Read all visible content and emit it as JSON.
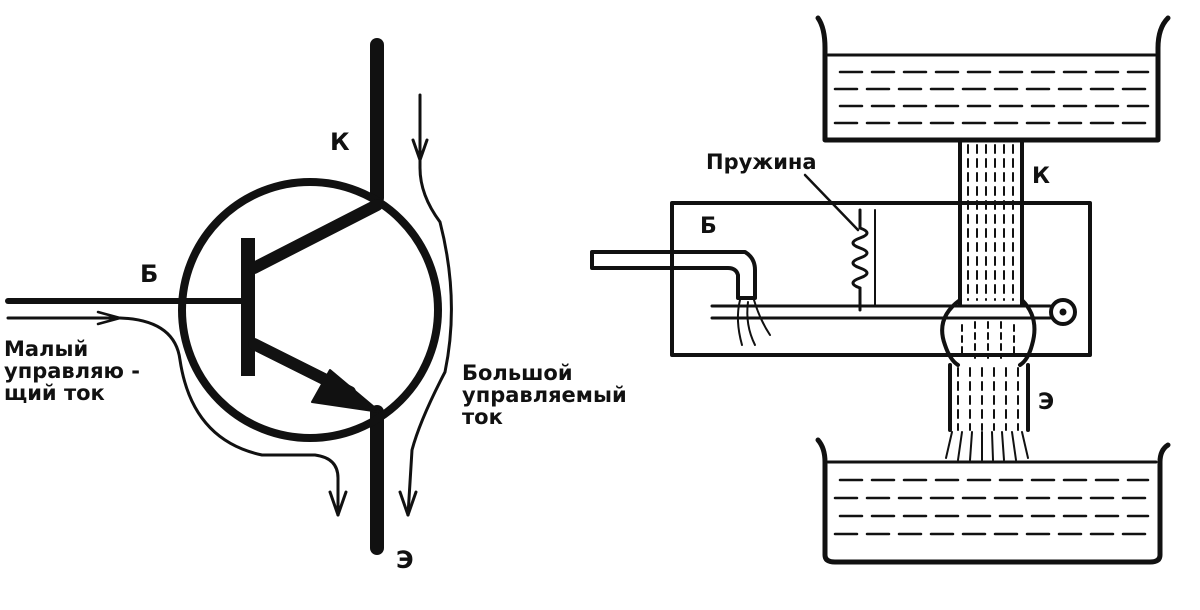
{
  "transistor": {
    "collector_label": "К",
    "base_label": "Б",
    "emitter_label": "Э",
    "small_current": "Малый\nуправляю -\nщий ток",
    "large_current": "Большой\nуправляемый\nток"
  },
  "water_model": {
    "spring_label": "Пружина",
    "base_label": "Б",
    "collector_label": "К",
    "emitter_label": "Э"
  }
}
